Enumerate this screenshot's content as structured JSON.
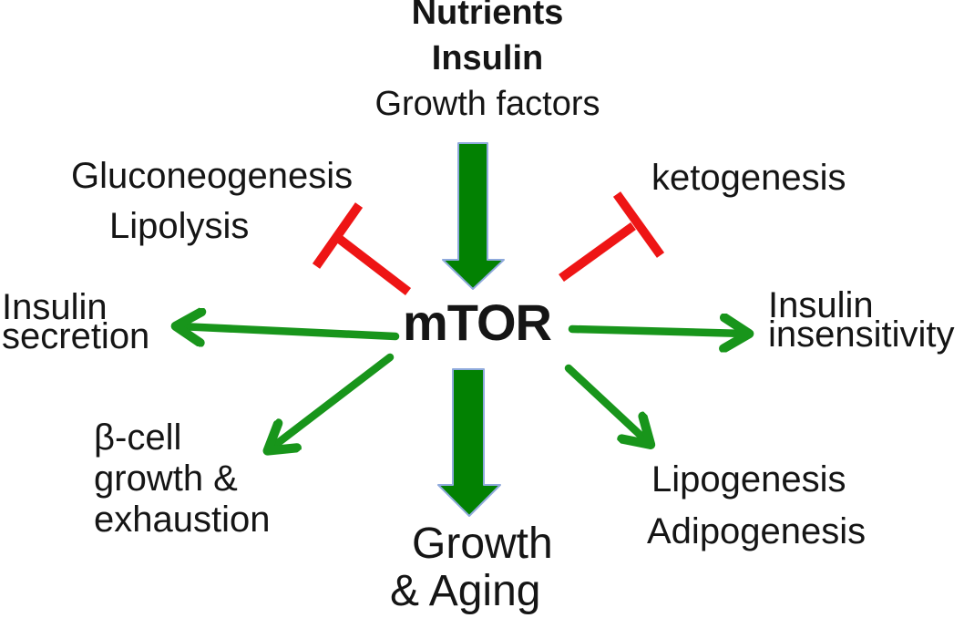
{
  "diagram": {
    "inputs": {
      "line1": "Nutrients",
      "line2": "Insulin",
      "line3": "Growth factors"
    },
    "center": {
      "label": "mTOR"
    },
    "inhibited_left": {
      "line1": "Gluconeogenesis",
      "line2": "Lipolysis"
    },
    "inhibited_right": {
      "label": "ketogenesis"
    },
    "output_left": {
      "line1": "Insulin",
      "line2": "secretion"
    },
    "output_right": {
      "line1": "Insulin",
      "line2": "insensitivity"
    },
    "output_lower_left": {
      "line1": "β-cell",
      "line2": "growth &",
      "line3": "exhaustion"
    },
    "output_lower_right": {
      "line1": "Lipogenesis",
      "line2": "Adipogenesis"
    },
    "output_bottom": {
      "line1": "Growth",
      "line2": "& Aging"
    },
    "connectors": {
      "input_to_mtor": {
        "type": "block-arrow-down",
        "meaning": "activation"
      },
      "mtor_to_growth_aging": {
        "type": "block-arrow-down",
        "meaning": "activation"
      },
      "mtor_to_insulin_secretion": {
        "type": "thin-arrow",
        "meaning": "activation"
      },
      "mtor_to_insulin_insensitivity": {
        "type": "thin-arrow",
        "meaning": "activation"
      },
      "mtor_to_beta_cell": {
        "type": "thin-arrow",
        "meaning": "activation"
      },
      "mtor_to_lipogenesis": {
        "type": "thin-arrow",
        "meaning": "activation"
      },
      "mtor_to_gluconeogenesis": {
        "type": "t-bar",
        "meaning": "inhibition"
      },
      "mtor_to_ketogenesis": {
        "type": "t-bar",
        "meaning": "inhibition"
      }
    },
    "colors": {
      "background": "#ffffff",
      "text": "#151515",
      "activation_green": "#18951b",
      "block_arrow_green": "#028102",
      "block_arrow_outline": "#8faadc",
      "inhibition_red": "#ee1515"
    }
  }
}
